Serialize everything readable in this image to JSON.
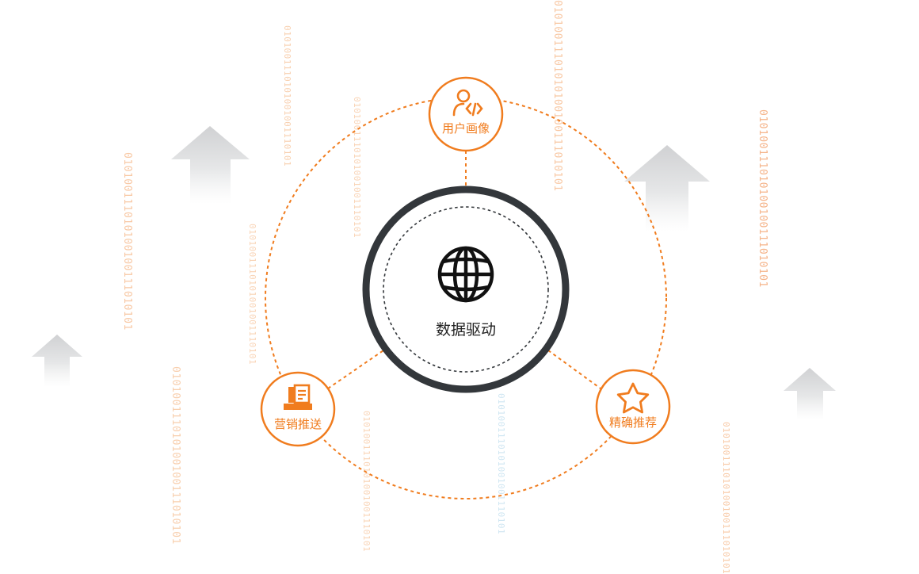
{
  "center": {
    "label": "数据驱动",
    "icon": "globe-icon"
  },
  "nodes": [
    {
      "id": "user-profile",
      "label": "用户画像",
      "icon": "user-code-icon"
    },
    {
      "id": "marketing-push",
      "label": "营销推送",
      "icon": "document-tray-icon"
    },
    {
      "id": "precise-recommend",
      "label": "精确推荐",
      "icon": "star-icon"
    }
  ],
  "binary_streams": [
    "010100111010100100111010101",
    "0101001110101001001110101",
    "01010011101010100100111010101",
    "0101001110101001001110101",
    "0101001110101001001110101",
    "010100111010100100111010101",
    "010100111010100100111010101",
    "0101001110101001001110101",
    "010100111010100100111010101",
    "0101001110101001001110101"
  ],
  "colors": {
    "accent": "#f07c1e",
    "ring": "#33373b",
    "arrow": "#d9dadb"
  }
}
